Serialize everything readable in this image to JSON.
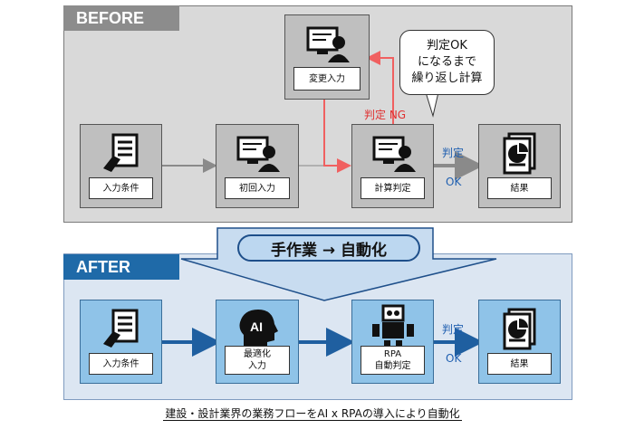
{
  "before": {
    "tag": "BEFORE",
    "nodes": {
      "input_conditions": "入力条件",
      "initial_input": "初回入力",
      "modify_input": "変更入力",
      "calc_judgment": "計算判定",
      "result": "結果"
    },
    "judgment_label": "判定",
    "ok_label": "OK",
    "ng_label": "判定 NG",
    "callout": "判定OK\nになるまで\n繰り返し計算"
  },
  "banner": "手作業 → 自動化",
  "after": {
    "tag": "AFTER",
    "nodes": {
      "input_conditions": "入力条件",
      "optimization_input": "最適化\n入力",
      "rpa_judgment": "RPA\n自動判定",
      "result": "結果"
    },
    "judgment_label": "判定",
    "ok_label": "OK"
  },
  "caption": "建設・設計業界の業務フローをAI x RPAの導入により自動化",
  "colors": {
    "before_bg": "#d9d9d9",
    "after_bg": "#dce6f2",
    "ng_arrow": "#f06060",
    "after_arrow": "#1f5fa0"
  },
  "icons": [
    "document-hand-icon",
    "computer-user-icon",
    "ai-head-icon",
    "robot-icon",
    "report-chart-icon"
  ]
}
